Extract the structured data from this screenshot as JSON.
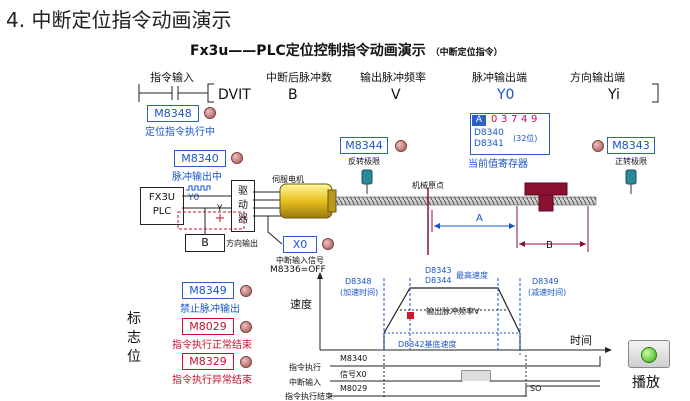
{
  "page": {
    "heading": "4. 中断定位指令动画演示",
    "title": "Fx3u——PLC定位控制指令动画演示",
    "title_note": "（中断定位指令）"
  },
  "instruction": {
    "headers": [
      "指令输入",
      "中断后脉冲数",
      "输出脉冲频率",
      "脉冲输出端",
      "方向输出端"
    ],
    "operands": [
      "DVIT",
      "B",
      "V",
      "Y0",
      "Yi"
    ]
  },
  "flags": {
    "m8348": {
      "code": "M8348",
      "desc": "定位指令执行中"
    },
    "m8340": {
      "code": "M8340",
      "desc": "脉冲输出中"
    },
    "m8344": {
      "code": "M8344",
      "desc": "反转极限"
    },
    "m8343": {
      "code": "M8343",
      "desc": "正转极限"
    },
    "m8349": {
      "code": "M8349",
      "desc": "禁止脉冲输出"
    },
    "m8029": {
      "code": "M8029",
      "desc": "指令执行正常结束"
    },
    "m8329": {
      "code": "M8329",
      "desc": "指令执行异常结束"
    }
  },
  "register": {
    "label": "A",
    "digits": [
      "0",
      "3",
      "7",
      "4",
      "9"
    ],
    "lines": [
      "D8340",
      "D8341"
    ],
    "bits_note": "(32位)",
    "caption": "当前值寄存器"
  },
  "hardware": {
    "plc_line1": "FX3U",
    "plc_line2": "PLC",
    "y0": "Y0",
    "y": "Y",
    "driver": "驱动器",
    "b_box": "B",
    "dir_output": "方向输出",
    "servo": "伺服电机",
    "x0": "X0",
    "interrupt_signal": "中断输入信号",
    "m8336": "M8336=OFF",
    "origin": "机械原点",
    "dist_a": "A",
    "dist_b": "B"
  },
  "status_group": "标志位",
  "speed_chart": {
    "ylabel": "速度",
    "xlabel": "时间",
    "d8348": "D8348",
    "accel": "(加速时间)",
    "d8343": "D8343",
    "d8344": "D8344",
    "max_speed": "最高速度",
    "d8349": "D8349",
    "decel": "(减速时间)",
    "output_freq": "输出脉冲频率V",
    "d8342": "D8342基底速度"
  },
  "timing": {
    "rows": [
      "指令执行",
      "中断输入",
      "指令执行结束"
    ],
    "m8340": "M8340",
    "signal": "信号X0",
    "m8029": "M8029",
    "so": "SO"
  },
  "controls": {
    "play": "播放"
  }
}
